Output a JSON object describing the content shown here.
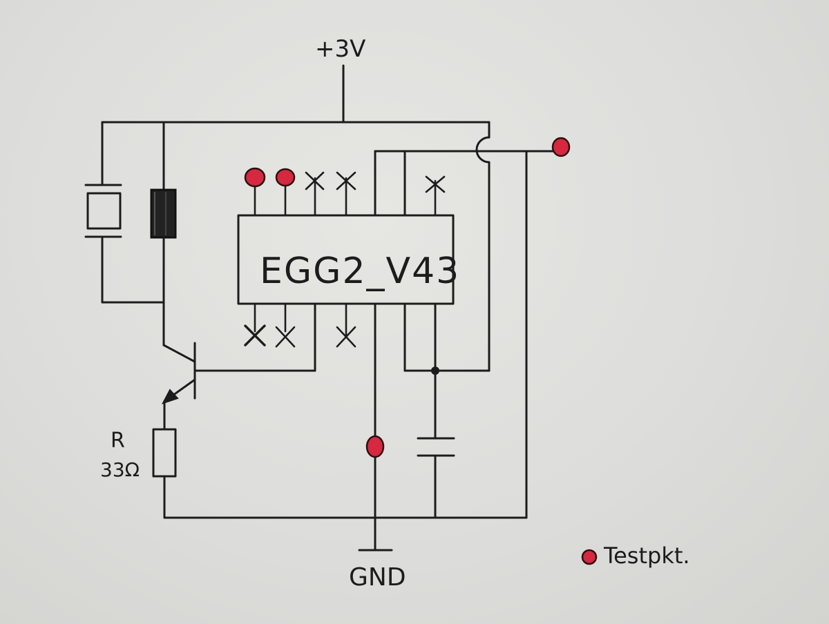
{
  "labels": {
    "supply": "+3V",
    "ground": "GND",
    "chip": "EGG2_V43",
    "resistor_name": "R",
    "resistor_value": "33Ω",
    "legend": "Testpkt."
  },
  "colors": {
    "ink": "#1c1c1c",
    "testpoint": "#d6283f",
    "paper": "#e2e2df",
    "bar": "#222222"
  }
}
